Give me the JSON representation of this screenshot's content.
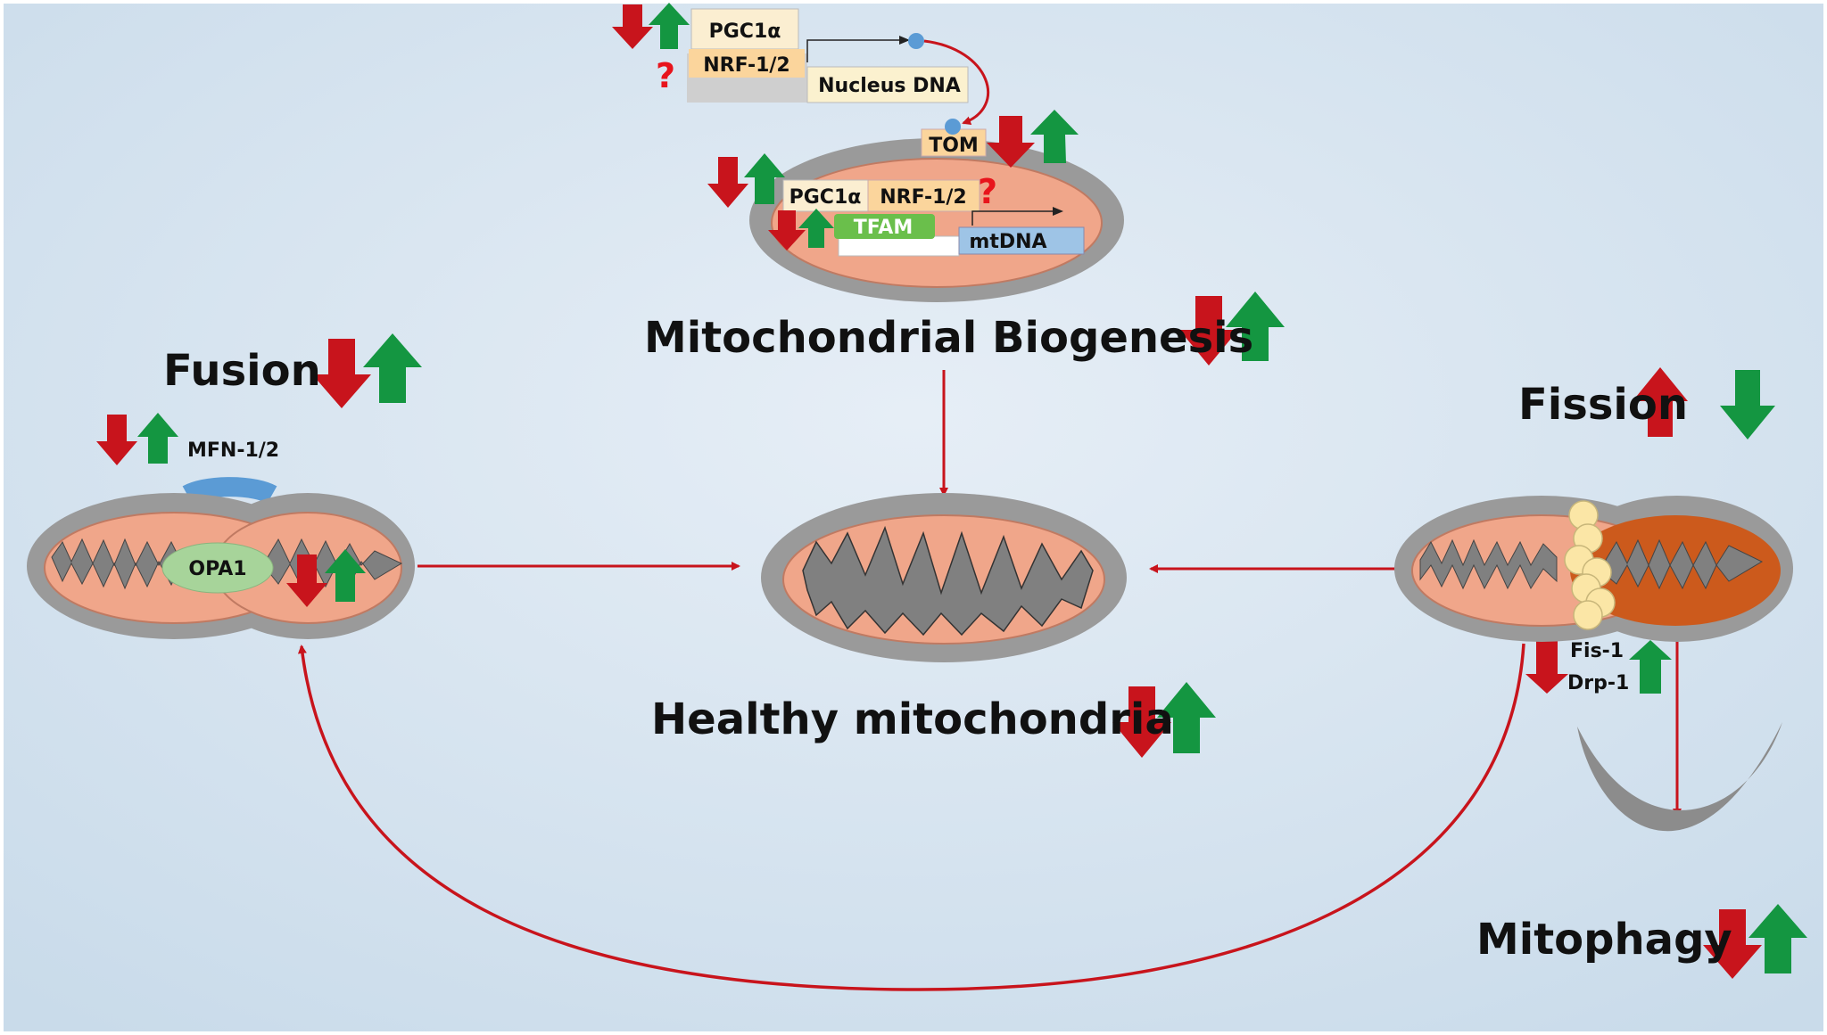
{
  "labels": {
    "mito_biogenesis": "Mitochondrial Biogenesis",
    "fusion": "Fusion",
    "fission": "Fission",
    "healthy": "Healthy mitochondria",
    "mitophagy": "Mitophagy",
    "mfn": "MFN-1/2",
    "opa1": "OPA1",
    "fis1": "Fis-1",
    "drp1": "Drp-1",
    "pgc_top": "PGC1α",
    "nrf_top": "NRF-1/2",
    "nucleus_dna": "Nucleus DNA",
    "tom": "TOM",
    "pgc_mito": "PGC1α",
    "nrf_mito": "NRF-1/2",
    "tfam": "TFAM",
    "mtdna": "mtDNA",
    "question": "?"
  },
  "colors": {
    "background": "#d6e3ef",
    "arrow_down": "#c8141c",
    "arrow_up": "#149641",
    "flow_line": "#c8141c",
    "membrane": "#9a9a9a",
    "matrix": "#f0a68a",
    "cristae": "#808080",
    "fission_dark": "#cc5a1c",
    "opa1": "#a7d49a",
    "mfn": "#5b9bd5",
    "tfam": "#6abf4b",
    "mtdna": "#9ec4e6",
    "label_box": "#fbd59c",
    "question": "#e8141c",
    "drp1_beads": "#fbe6a6"
  }
}
